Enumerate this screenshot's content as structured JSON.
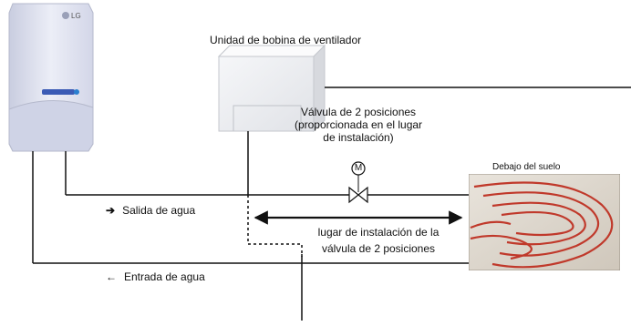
{
  "labels": {
    "fan_coil": "Unidad de bobina de ventilador",
    "valve_line1": "Válvula de 2 posiciones",
    "valve_line2": "(proporcionada en el lugar",
    "valve_line3": "de instalación)",
    "valve_symbol": "M",
    "floor": "Debajo del suelo",
    "water_out": "Salida de agua",
    "water_in": "Entrada de agua",
    "install_line1": "lugar de instalación de la",
    "install_line2": "válvula de 2 posiciones"
  },
  "unit": {
    "brand": "LG"
  },
  "icons": {
    "water_out_arrow": "arrow-right-icon",
    "water_out_glyph": "➔",
    "water_in_arrow": "arrow-left-icon",
    "water_in_glyph": "←"
  },
  "colors": {
    "line": "#111111",
    "unit_body": "#e4e6f2",
    "fan_coil_body": "#f1f2f4",
    "floor_pipe": "#c0392b"
  }
}
